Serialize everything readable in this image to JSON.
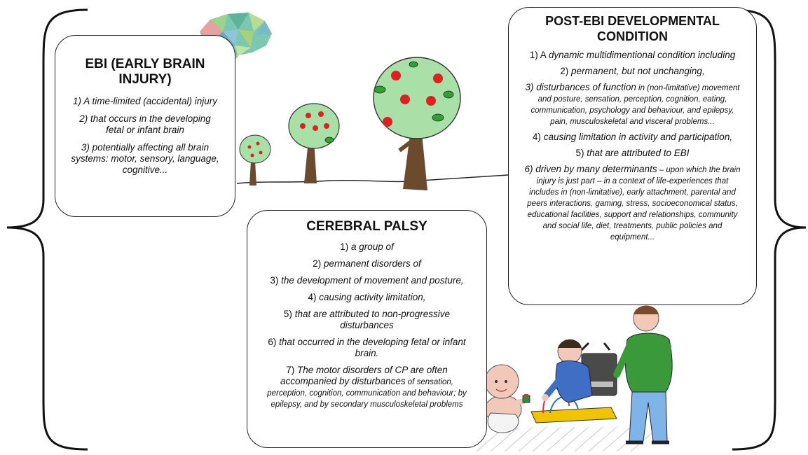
{
  "ebi": {
    "title": "EBI (EARLY BRAIN INJURY)",
    "items": [
      {
        "italic": "1) A time-limited (accidental) injury"
      },
      {
        "italic": "2) that occurs in the developing fetal or infant brain"
      },
      {
        "italic": "3) potentially affecting all brain systems: motor, sensory, language, cognitive..."
      }
    ]
  },
  "cerebral_palsy": {
    "title": "CEREBRAL PALSY",
    "items": [
      {
        "num": "1) ",
        "italic": "a group of"
      },
      {
        "num": "2) ",
        "italic": "permanent disorders of"
      },
      {
        "num": "3) ",
        "italic": "the development of movement and posture,"
      },
      {
        "num": "4) ",
        "italic": "causing activity limitation,"
      },
      {
        "num": "5) ",
        "italic": "that are attributed to non-progressive disturbances"
      },
      {
        "num": "6) ",
        "italic": "that occurred in the developing fetal or infant brain."
      },
      {
        "num": "7) ",
        "italic": "The motor disorders of CP are often accompanied by disturbances",
        "small": " of sensation, perception, cognition, communication and behaviour; by epilepsy, and by secondary musculoskeletal problems"
      }
    ]
  },
  "post_ebi": {
    "title": "POST-EBI DEVELOPMENTAL CONDITION",
    "items": [
      {
        "num": "1) A ",
        "italic": "dynamic multidimentional condition including"
      },
      {
        "num": "2) ",
        "italic": "permanent, but not unchanging,"
      },
      {
        "italic": "3) disturbances of function",
        "small": " in (non-limitative) movement and posture, sensation, perception, cognition, eating, communication, psychology and behaviour, and epilepsy, pain, musculoskeletal and visceral problems..."
      },
      {
        "num": "4) ",
        "italic": "causing limitation in activity and participation,"
      },
      {
        "num": "5) ",
        "italic": "that are attributed to EBI"
      },
      {
        "italic": "6) driven by many determinants",
        "small": " – upon which the brain injury is just part – in a context of life-experiences that includes in (non-limitative), early attachment, parental and peers interactions, gaming, stress, socioeconomical status, educational facilities, support and relationships, community and social life, diet, treatments, public policies and equipment..."
      }
    ]
  }
}
